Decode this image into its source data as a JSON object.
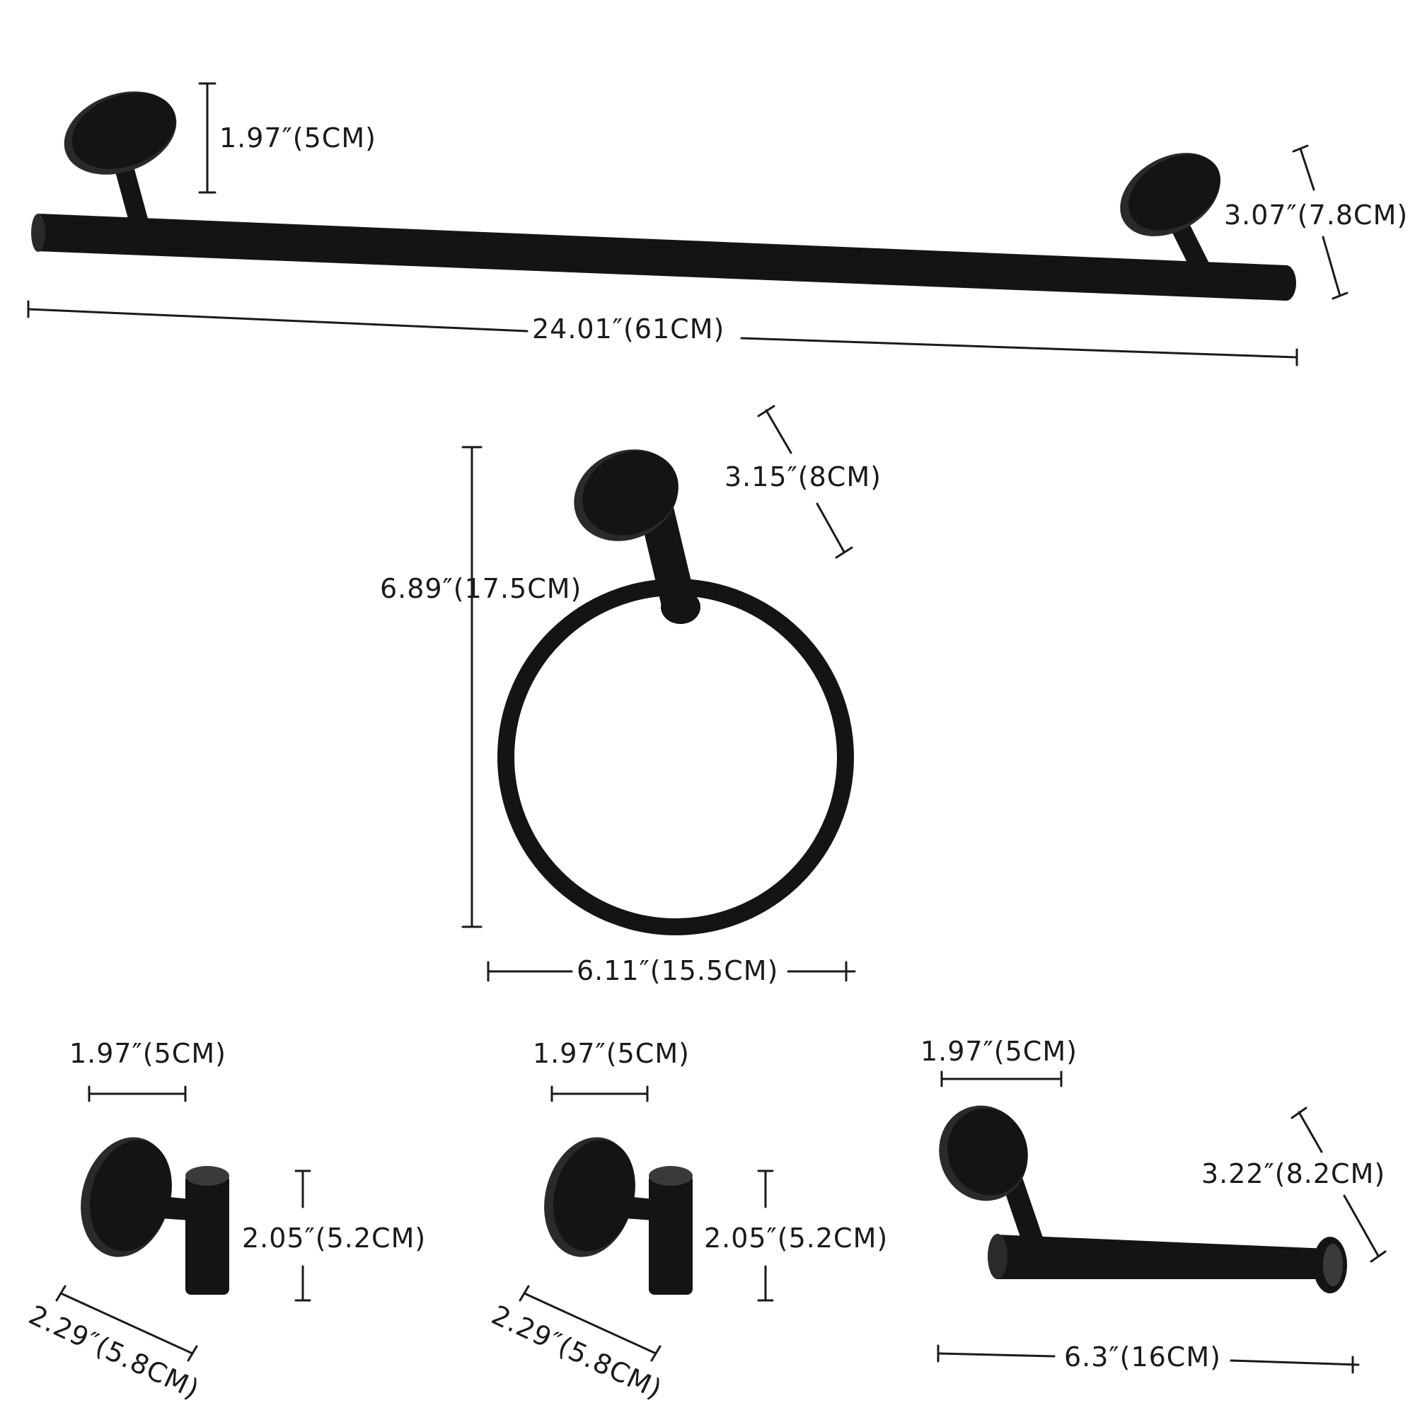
{
  "colors": {
    "background": "#ffffff",
    "hardware": "#141414",
    "dimension": "#1a1a1a"
  },
  "towel_bar": {
    "height_label": "1.97″(5CM)",
    "depth_label": "3.07″(7.8CM)",
    "length_label": "24.01″(61CM)"
  },
  "towel_ring": {
    "depth_label": "3.15″(8CM)",
    "height_label": "6.89″(17.5CM)",
    "width_label": "6.11″(15.5CM)"
  },
  "robe_hook_1": {
    "width_label": "1.97″(5CM)",
    "height_label": "2.05″(5.2CM)",
    "depth_label": "2.29″(5.8CM)"
  },
  "robe_hook_2": {
    "width_label": "1.97″(5CM)",
    "height_label": "2.05″(5.2CM)",
    "depth_label": "2.29″(5.8CM)"
  },
  "toilet_paper_holder": {
    "width_label": "1.97″(5CM)",
    "depth_label": "3.22″(8.2CM)",
    "length_label": "6.3″(16CM)"
  }
}
